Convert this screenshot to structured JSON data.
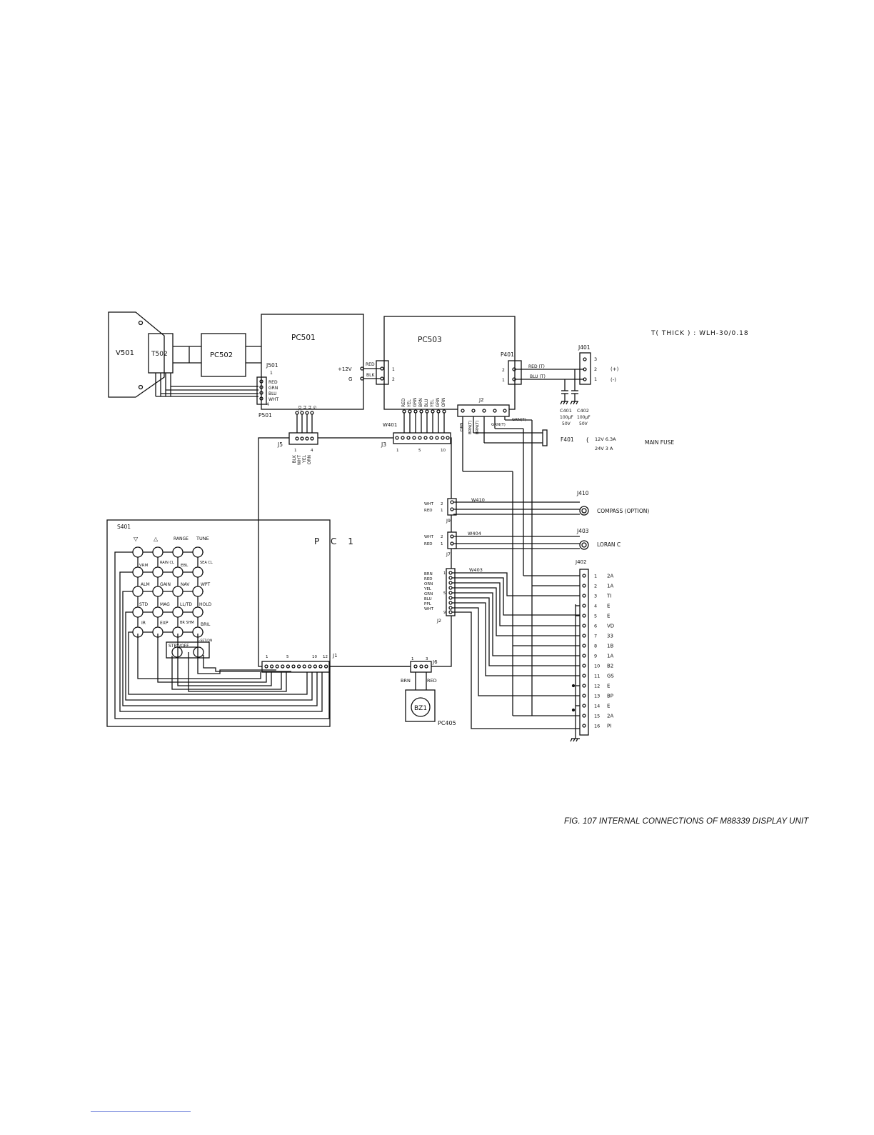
{
  "figure": {
    "caption": "FIG. 107  INTERNAL CONNECTIONS OF M88339 DISPLAY UNIT"
  },
  "cable_note": "T( THICK )  :  WLH-30/0.18",
  "blocks": {
    "v501": "V501",
    "t502": "T502",
    "pc502": "PC502",
    "pc501": "PC501",
    "pc503": "PC503",
    "pc1": "P C 1",
    "s401": "S401",
    "bz1": "BZ1",
    "pc405": "PC405"
  },
  "connectors": {
    "j501": "J501",
    "p501": "P501",
    "j5": "J5",
    "j3": "J3",
    "w401": "W401",
    "p401": "P401",
    "j401": "J401",
    "j2_pc503": "J2",
    "f401": "F401",
    "j410": "J410",
    "w410": "W410",
    "j9": "J9",
    "j403": "J403",
    "w404": "W404",
    "j7": "J7",
    "j402": "J402",
    "w403": "W403",
    "j2_pc1": "J2",
    "j6": "J6",
    "j1": "J1"
  },
  "j501_pin1": "1",
  "j501_pin4": "4",
  "j501_wires": [
    "RED",
    "GRN",
    "BLU",
    "WHT"
  ],
  "pc501_pins": {
    "v12": "+12V",
    "g": "G"
  },
  "plug_wires": [
    "RED",
    "BLK"
  ],
  "plug_pins": [
    "1",
    "2"
  ],
  "j5_top_labels": [
    "DC",
    "HI",
    "H",
    "G"
  ],
  "j5_wires": [
    "BLK",
    "WHT",
    "YEL",
    "ORN"
  ],
  "j5_pin_first": "1",
  "j5_pin_last": "4",
  "w401_wires": [
    "RED",
    "YEL",
    "GRN",
    "BRN",
    "BLU",
    "YEL",
    "GRN",
    "ORN"
  ],
  "j3_pins": [
    "1",
    "5",
    "10"
  ],
  "p401_pins": [
    "2",
    "1"
  ],
  "p401_wires": [
    "RED (T)",
    "BLU (T)"
  ],
  "j401_pins": [
    "3",
    "2",
    "1"
  ],
  "j401_polarity": [
    "(+)",
    "(-)"
  ],
  "capacitors": {
    "c401": "C401",
    "c402": "C402",
    "val": "100µF",
    "volt": "50V"
  },
  "pc503_j2_wires": [
    "ORN",
    "BRN(T)",
    "BRN(T)",
    "GRN(T)",
    "GRN(T)"
  ],
  "fuse": {
    "line1": "12V   6.3A",
    "line2": "24V   3  A",
    "label": "MAIN  FUSE"
  },
  "j9_wires": [
    "WHT",
    "RED"
  ],
  "j9_pins": [
    "2",
    "1"
  ],
  "compass_label": "COMPASS  (OPTION)",
  "j7_wires": [
    "WHT",
    "RED"
  ],
  "j7_pins": [
    "2",
    "1"
  ],
  "loran_label": "LORAN C",
  "w403_wires": [
    "BRN",
    "RED",
    "ORN",
    "YEL",
    "GRN",
    "BLU",
    "PPL",
    "WHT"
  ],
  "w403_pins": [
    "1",
    "5",
    "9"
  ],
  "j402_rows": [
    {
      "pin": "1",
      "sig": "2A"
    },
    {
      "pin": "2",
      "sig": "1A"
    },
    {
      "pin": "3",
      "sig": "TI"
    },
    {
      "pin": "4",
      "sig": "E"
    },
    {
      "pin": "5",
      "sig": "E"
    },
    {
      "pin": "6",
      "sig": "VD"
    },
    {
      "pin": "7",
      "sig": "33"
    },
    {
      "pin": "8",
      "sig": "1B"
    },
    {
      "pin": "9",
      "sig": "1A"
    },
    {
      "pin": "10",
      "sig": "B2"
    },
    {
      "pin": "11",
      "sig": "GS"
    },
    {
      "pin": "12",
      "sig": "E"
    },
    {
      "pin": "13",
      "sig": "BP"
    },
    {
      "pin": "14",
      "sig": "E"
    },
    {
      "pin": "15",
      "sig": "2A"
    },
    {
      "pin": "16",
      "sig": "PI"
    }
  ],
  "j6_pins": [
    "1",
    "3"
  ],
  "j6_wires": [
    "BRN",
    "RED"
  ],
  "j1_pins": [
    "1",
    "5",
    "10",
    "12"
  ],
  "keypad": {
    "header": [
      "▽",
      "△",
      "RANGE",
      "TUNE"
    ],
    "row1": [
      "VRM",
      "RAIN CL",
      "EBL",
      "SEA CL"
    ],
    "row2": [
      "ALM",
      "GAIN",
      "NAV",
      "WPT"
    ],
    "row3": [
      "STD",
      "MAG",
      "LL/TD",
      "HOLD"
    ],
    "row4": [
      "IR",
      "EXP",
      "BR SHM",
      "BRIL"
    ],
    "stby": "STBY/OFF",
    "offset": "E-SET/ON"
  }
}
